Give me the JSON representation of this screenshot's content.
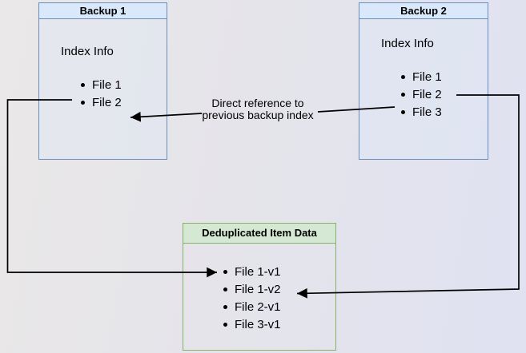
{
  "colors": {
    "background_left": "#eae8e8",
    "background_right": "#e0e2f2",
    "blue_fill": "#dae8fc",
    "blue_stroke": "#6c8ebf",
    "green_fill": "#d5e8d4",
    "green_stroke": "#82b366",
    "connector": "#000000"
  },
  "backup1": {
    "title": "Backup 1",
    "section_label": "Index Info",
    "files": [
      "File 1",
      "File 2"
    ]
  },
  "backup2": {
    "title": "Backup 2",
    "section_label": "Index Info",
    "files": [
      "File 1",
      "File 2",
      "File 3"
    ]
  },
  "dedup": {
    "title": "Deduplicated Item Data",
    "items": [
      "File 1-v1",
      "File 1-v2",
      "File 2-v1",
      "File 3-v1"
    ]
  },
  "annotation": {
    "line1": "Direct reference to",
    "line2": "previous backup index"
  }
}
